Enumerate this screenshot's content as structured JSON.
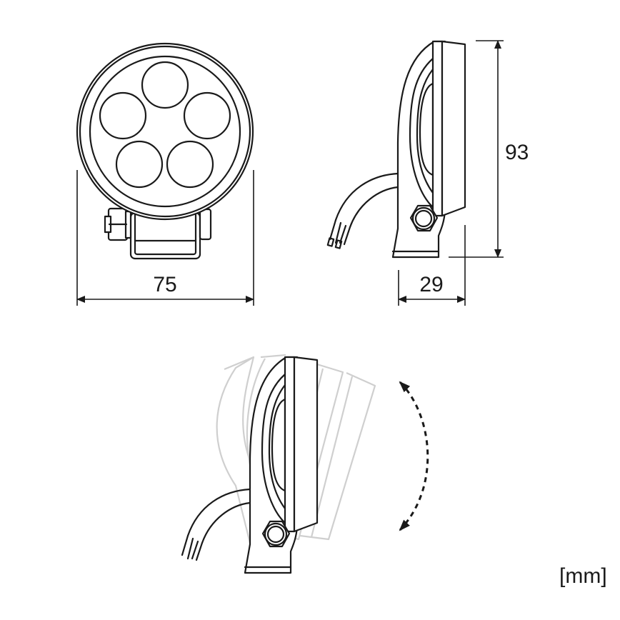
{
  "drawing": {
    "title": "LED work lamp dimension drawing",
    "views": {
      "front": {
        "led_count": 5,
        "width_dim": "75"
      },
      "side": {
        "height_dim": "93",
        "depth_dim": "29"
      },
      "tilt": {
        "description": "adjustable tilt range shown with ghosted positions and double-headed dashed arrow"
      }
    },
    "unit": "[mm]",
    "colors": {
      "line": "#1a1a1a",
      "ghost": "#cfcfcf",
      "background": "#ffffff"
    }
  }
}
